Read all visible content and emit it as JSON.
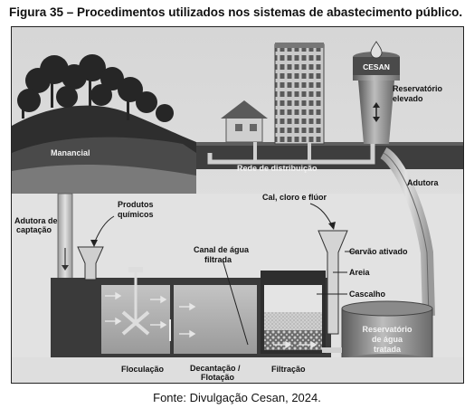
{
  "figure_title": "Figura 35 – Procedimentos utilizados nos sistemas de abastecimento público.",
  "caption": "Fonte: Divulgação Cesan, 2024.",
  "brand": "CESAN",
  "labels": {
    "manancial": "Manancial",
    "rede": "Rede de distribuição",
    "reservatorio_elevado_1": "Reservatório",
    "reservatorio_elevado_2": "elevado",
    "adutora": "Adutora",
    "cal": "Cal, cloro e flúor",
    "adutora_captacao_1": "Adutora de",
    "adutora_captacao_2": "captação",
    "produtos_1": "Produtos",
    "produtos_2": "químicos",
    "canal_1": "Canal de água",
    "canal_2": "filtrada",
    "carvao": "Carvão ativado",
    "areia": "Areia",
    "cascalho": "Cascalho",
    "res_tratada_1": "Reservatório",
    "res_tratada_2": "de água",
    "res_tratada_3": "tratada",
    "floculacao": "Floculação",
    "decantacao_1": "Decantação /",
    "decantacao_2": "Flotação",
    "filtracao": "Filtração"
  },
  "colors": {
    "background": "#dcdcdc",
    "dark": "#3a3a3a",
    "water": "#b8b8b8",
    "pipe": "#cfcfcf"
  }
}
